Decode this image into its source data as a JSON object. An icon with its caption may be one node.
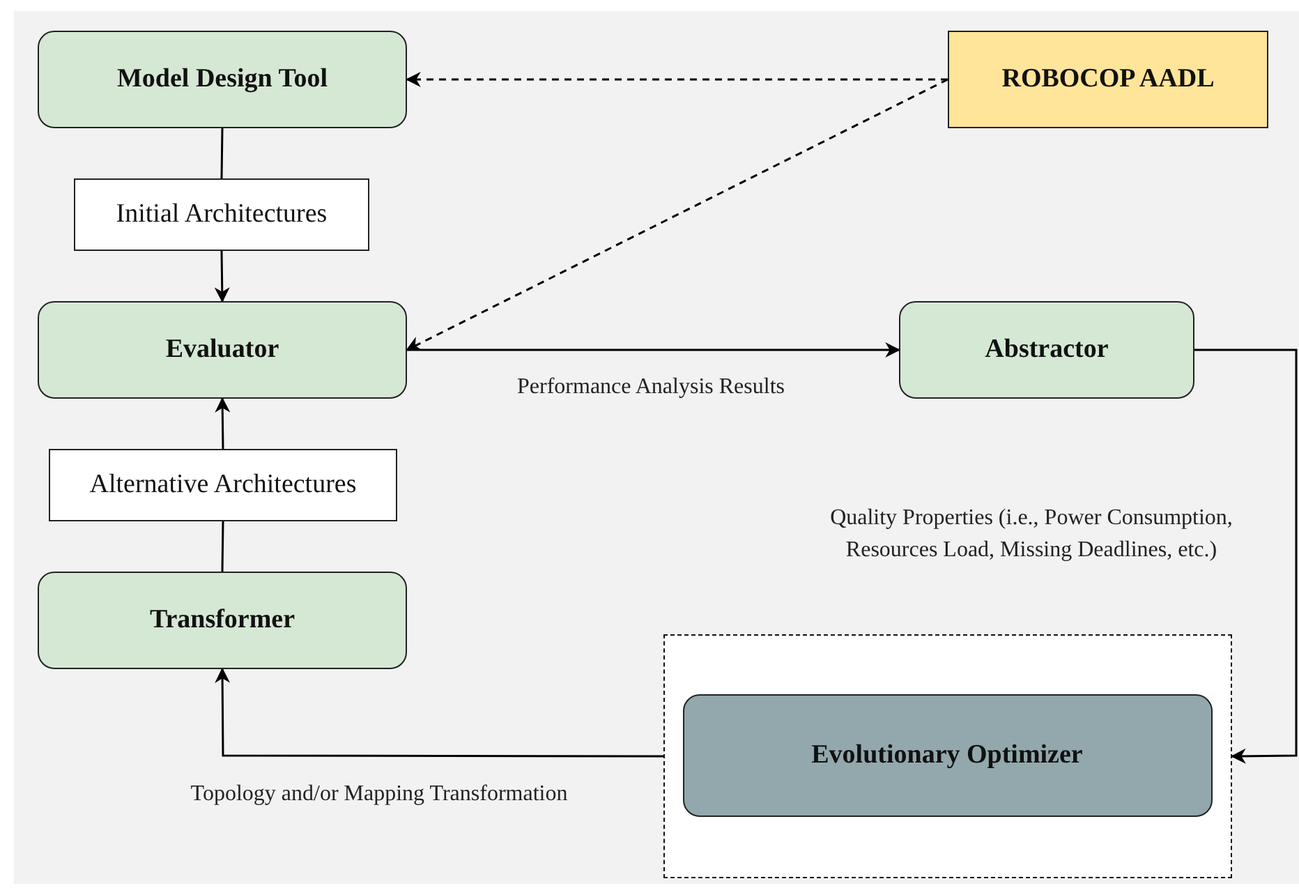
{
  "diagram": {
    "nodes": [
      {
        "text": [
          "Model Design Tool"
        ]
      },
      {
        "text": [
          "ROBOCOP AADL"
        ]
      },
      {
        "text": [
          "Initial Architectures"
        ]
      },
      {
        "text": [
          "Evaluator"
        ]
      },
      {
        "text": [
          "Abstractor"
        ]
      },
      {
        "text": [
          "Alternative Architectures"
        ]
      },
      {
        "text": [
          "Transformer"
        ]
      },
      {
        "text": [],
        "shape": "box"
      },
      {
        "text": [
          "Evolutionary Optimizer"
        ],
        "in": 7
      }
    ],
    "edges": [
      {
        "from": 0,
        "to": 2,
        "arrow": "none"
      },
      {
        "from": 2,
        "to": 3,
        "arrow": "to"
      },
      {
        "from": 6,
        "to": 5,
        "arrow": "none"
      },
      {
        "from": 5,
        "to": 3,
        "arrow": "to"
      },
      {
        "from": 1,
        "to": 0,
        "arrow": "to",
        "style": "dashed"
      },
      {
        "from": 1,
        "to": 3,
        "arrow": "to",
        "style": "dashed"
      },
      {
        "from": 3,
        "to": 4,
        "arrow": "to",
        "label": "Performance Analysis Results"
      },
      {
        "from": 4,
        "to": 7,
        "arrow": "to",
        "label": "Quality Properties (i.e., Power Consumption, Resources Load, Missing Deadlines, etc.)"
      },
      {
        "from": 7,
        "to": 6,
        "arrow": "to",
        "label": "Topology and/or Mapping Transformation"
      }
    ]
  }
}
